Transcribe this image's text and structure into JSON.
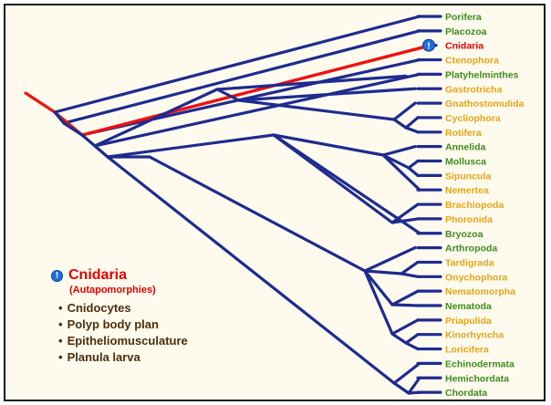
{
  "colors": {
    "branch": "#1e2b8f",
    "highlight": "#ee1111",
    "green_label": "#3e8a1e",
    "orange_label": "#e6a419",
    "highlight_label": "#e50000",
    "badge": "#1e6fe0",
    "frame_bg": "#fefbee"
  },
  "taxa": [
    {
      "name": "Porifera",
      "color": "green"
    },
    {
      "name": "Placozoa",
      "color": "green"
    },
    {
      "name": "Cnidaria",
      "color": "highlight",
      "badge": "!"
    },
    {
      "name": "Ctenophora",
      "color": "orange"
    },
    {
      "name": "Platyhelminthes",
      "color": "green"
    },
    {
      "name": "Gastrotricha",
      "color": "orange"
    },
    {
      "name": "Gnathostomulida",
      "color": "orange"
    },
    {
      "name": "Cycliophora",
      "color": "orange"
    },
    {
      "name": "Rotifera",
      "color": "orange"
    },
    {
      "name": "Annelida",
      "color": "green"
    },
    {
      "name": "Mollusca",
      "color": "green"
    },
    {
      "name": "Sipuncula",
      "color": "orange"
    },
    {
      "name": "Nemertea",
      "color": "orange"
    },
    {
      "name": "Brachiopoda",
      "color": "orange"
    },
    {
      "name": "Phoronida",
      "color": "orange"
    },
    {
      "name": "Bryozoa",
      "color": "green"
    },
    {
      "name": "Arthropoda",
      "color": "green"
    },
    {
      "name": "Tardigrada",
      "color": "orange"
    },
    {
      "name": "Onychophora",
      "color": "orange"
    },
    {
      "name": "Nematomorpha",
      "color": "orange"
    },
    {
      "name": "Nematoda",
      "color": "green"
    },
    {
      "name": "Priapulida",
      "color": "orange"
    },
    {
      "name": "Kinorhyncha",
      "color": "orange"
    },
    {
      "name": "Loricifera",
      "color": "orange"
    },
    {
      "name": "Echinodermata",
      "color": "green"
    },
    {
      "name": "Hemichordata",
      "color": "green"
    },
    {
      "name": "Chordata",
      "color": "green"
    }
  ],
  "info": {
    "badge": "!",
    "title": "Cnidaria",
    "subtitle": "(Autapomorphies)",
    "items": [
      "Cnidocytes",
      "Polyp body plan",
      "Epitheliomusculature",
      "Planula larva"
    ]
  }
}
